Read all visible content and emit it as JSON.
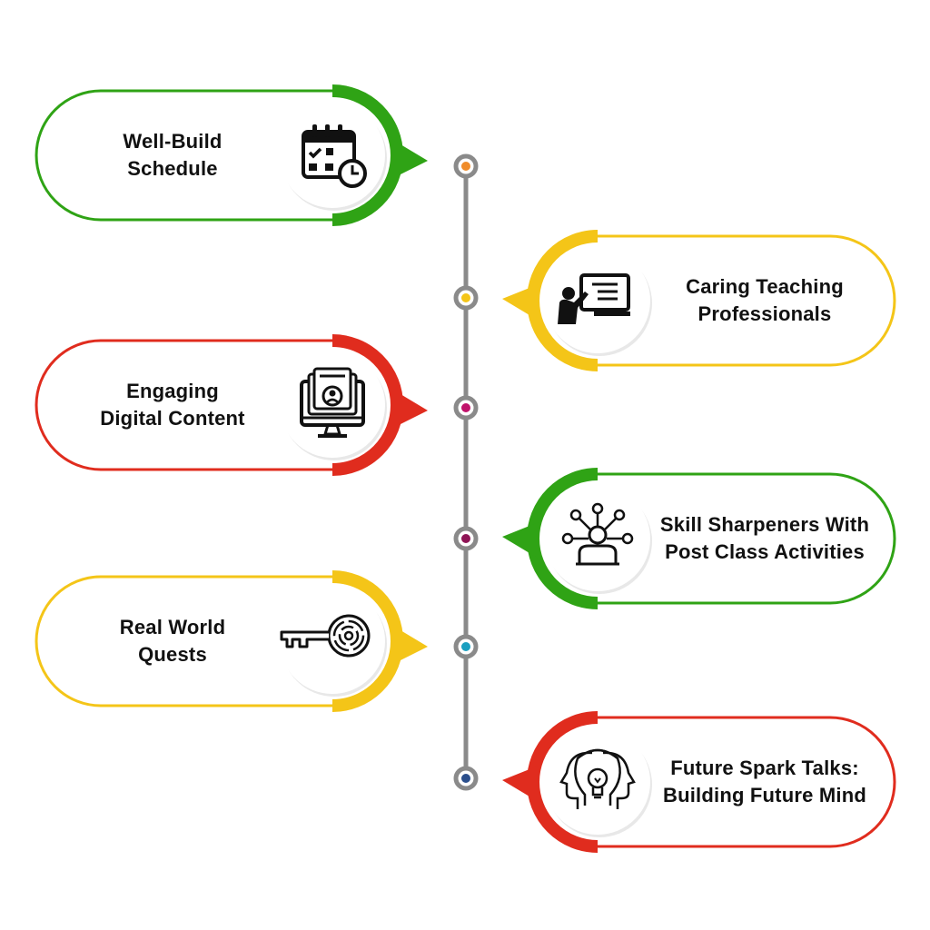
{
  "colors": {
    "green": "#2FA315",
    "yellow": "#F4C518",
    "red": "#E02C1E",
    "spine": "#8A8A8A",
    "text": "#111111"
  },
  "items": [
    {
      "line1": "Well-Build",
      "line2": "Schedule",
      "side": "left",
      "color": "#2FA315",
      "dot": "#F08C2A",
      "icon": "calendar-clock-icon"
    },
    {
      "line1": "Caring Teaching",
      "line2": "Professionals",
      "side": "right",
      "color": "#F4C518",
      "dot": "#F4C518",
      "icon": "teacher-board-icon"
    },
    {
      "line1": "Engaging",
      "line2": "Digital Content",
      "side": "left",
      "color": "#E02C1E",
      "dot": "#C0126A",
      "icon": "monitor-user-icon"
    },
    {
      "line1": "Skill Sharpeners With",
      "line2": "Post Class Activities",
      "side": "right",
      "color": "#2FA315",
      "dot": "#8E1455",
      "icon": "person-network-icon"
    },
    {
      "line1": "Real World",
      "line2": "Quests",
      "side": "left",
      "color": "#F4C518",
      "dot": "#1A9FC0",
      "icon": "key-maze-icon"
    },
    {
      "line1": "Future Spark Talks:",
      "line2": "Building Future Mind",
      "side": "right",
      "color": "#E02C1E",
      "dot": "#2B4F8C",
      "icon": "heads-lightbulb-icon"
    }
  ]
}
